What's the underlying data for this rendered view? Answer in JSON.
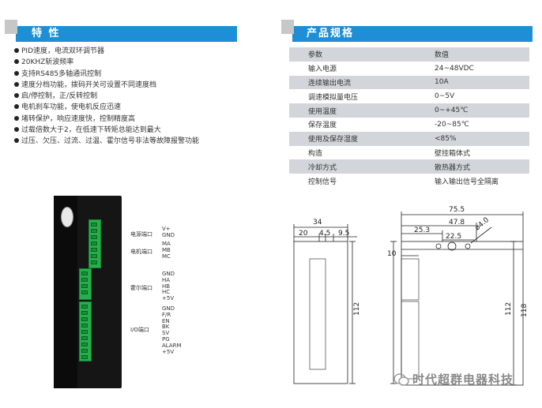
{
  "features": {
    "title": "特 性",
    "items": [
      "PID速度，电流双环调节器",
      "20KHZ斩波频率",
      "支持RS485多轴通讯控制",
      "速度分档功能，拨码开关可设置不同速度档",
      "启/停控制，正/反转控制",
      "电机刹车功能，使电机反应迅速",
      "堵转保护，响应速度快，控制精度高",
      "过载倍数大于2，在低速下转矩总能达到最大",
      "过压、欠压、过流、过温、霍尔信号非法等故障报警功能"
    ]
  },
  "specs": {
    "title": "产品规格",
    "header": [
      "参数",
      "数值"
    ],
    "rows": [
      [
        "输入电源",
        "24~48VDC"
      ],
      [
        "连续输出电流",
        "10A"
      ],
      [
        "调速模拟量电压",
        "0~5V"
      ],
      [
        "使用温度",
        "0~+45℃"
      ],
      [
        "保存温度",
        "-20~85℃"
      ],
      [
        "使用及保存湿度",
        "<85%"
      ],
      [
        "构造",
        "壁挂箱体式"
      ],
      [
        "冷却方式",
        "散热器方式"
      ],
      [
        "控制信号",
        "输入输出信号全隔离"
      ]
    ]
  },
  "ports": {
    "power": {
      "label": "电源端口",
      "pins": "V+\nGND"
    },
    "motor": {
      "label": "电机端口",
      "pins": "MA\nMB\nMC"
    },
    "hall": {
      "label": "霍尔端口",
      "pins": "GND\nHA\nHB\nHC\n+5V"
    },
    "io": {
      "label": "I/O端口",
      "pins": "GND\nF/R\nEN\nBK\nSV\nPG\nALARM\n+5V"
    }
  },
  "dimensions": {
    "side_width": "34",
    "side_a": "20",
    "side_b": "4.5",
    "side_c": "9.5",
    "side_height": "112",
    "front_width": "75.5",
    "front_a": "47.8",
    "front_b": "25.3",
    "front_c": "22.5",
    "hole": "ø4.0",
    "front_top": "10",
    "front_h1": "112",
    "front_h2": "118"
  },
  "watermark": "时代超群电器科技",
  "colors": {
    "header_blue": "#1e8fd6",
    "row_gray": "#d2d6da",
    "connector_green": "#27b04a"
  }
}
